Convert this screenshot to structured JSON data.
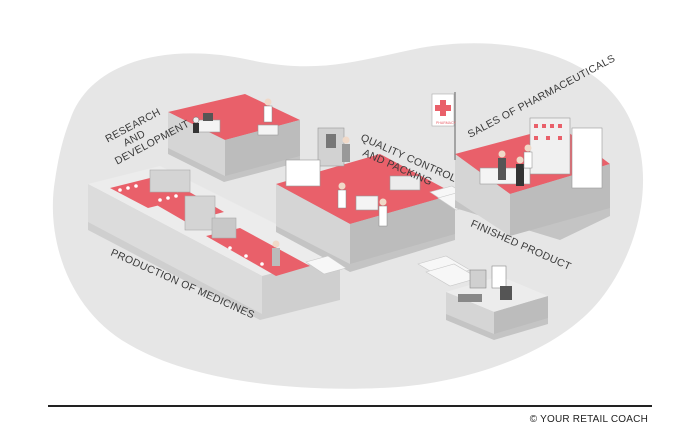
{
  "labels": {
    "research": [
      "RESEARCH",
      "AND",
      "DEVELOPMENT"
    ],
    "quality": [
      "QUALITY CONTROL",
      "AND PACKING"
    ],
    "sales": "SALES OF PHARMACEUTICALS",
    "finished": "FINISHED PRODUCT",
    "production": "PRODUCTION OF MEDICINES",
    "flag": "PHARMACY"
  },
  "footer": {
    "credit": "© YOUR RETAIL COACH"
  },
  "colors": {
    "accent": "#e9606a",
    "blob": "#e6e6e6",
    "floor": "#f2f2f2",
    "machine": "#d4d4d4",
    "dark": "#555555"
  }
}
